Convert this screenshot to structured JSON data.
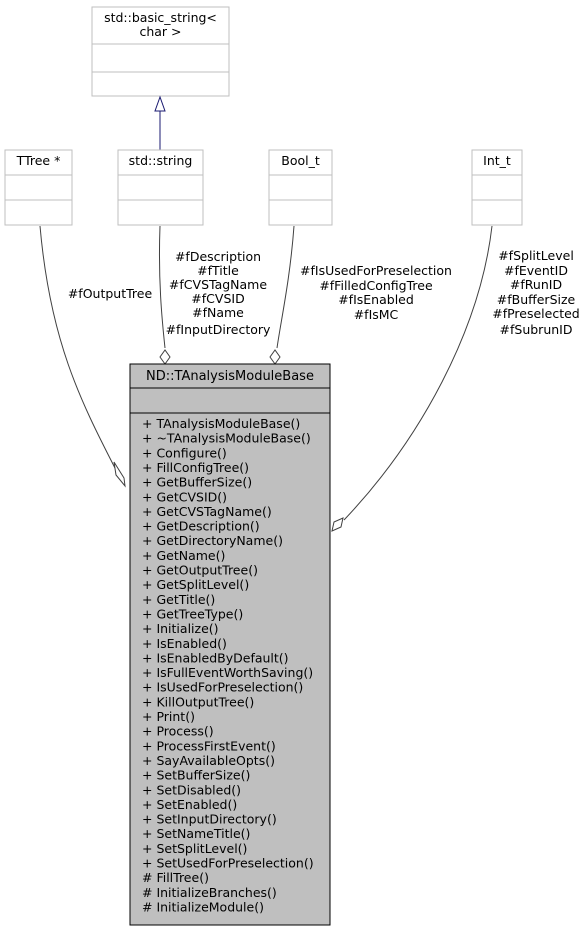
{
  "basic_string_box": {
    "line1": "std::basic_string<",
    "line2": "char >"
  },
  "boxes": {
    "ttree": "TTree *",
    "string": "std::string",
    "bool": "Bool_t",
    "int": "Int_t"
  },
  "edge_labels": {
    "output_tree": [
      "#fOutputTree"
    ],
    "string_members": [
      "#fDescription",
      "#fTitle",
      "#fCVSTagName",
      "#fCVSID",
      "#fName",
      "#fInputDirectory"
    ],
    "bool_members": [
      "#fIsUsedForPreselection",
      "#fFilledConfigTree",
      "#fIsEnabled",
      "#fIsMC"
    ],
    "int_members": [
      "#fSplitLevel",
      "#fEventID",
      "#fRunID",
      "#fBufferSize",
      "#fPreselected",
      "#fSubrunID"
    ]
  },
  "main_class": {
    "title": "ND::TAnalysisModuleBase",
    "methods": [
      "+ TAnalysisModuleBase()",
      "+ ~TAnalysisModuleBase()",
      "+ Configure()",
      "+ FillConfigTree()",
      "+ GetBufferSize()",
      "+ GetCVSID()",
      "+ GetCVSTagName()",
      "+ GetDescription()",
      "+ GetDirectoryName()",
      "+ GetName()",
      "+ GetOutputTree()",
      "+ GetSplitLevel()",
      "+ GetTitle()",
      "+ GetTreeType()",
      "+ Initialize()",
      "+ IsEnabled()",
      "+ IsEnabledByDefault()",
      "+ IsFullEventWorthSaving()",
      "+ IsUsedForPreselection()",
      "+ KillOutputTree()",
      "+ Print()",
      "+ Process()",
      "+ ProcessFirstEvent()",
      "+ SayAvailableOpts()",
      "+ SetBufferSize()",
      "+ SetDisabled()",
      "+ SetEnabled()",
      "+ SetInputDirectory()",
      "+ SetNameTitle()",
      "+ SetSplitLevel()",
      "+ SetUsedForPreselection()",
      "# FillTree()",
      "# InitializeBranches()",
      "# InitializeModule()"
    ]
  },
  "colors": {
    "main_fill": "#bfbfbf",
    "box_border": "#bfbfbf",
    "inherit_arrow": "#191970",
    "edge": "#404040"
  }
}
